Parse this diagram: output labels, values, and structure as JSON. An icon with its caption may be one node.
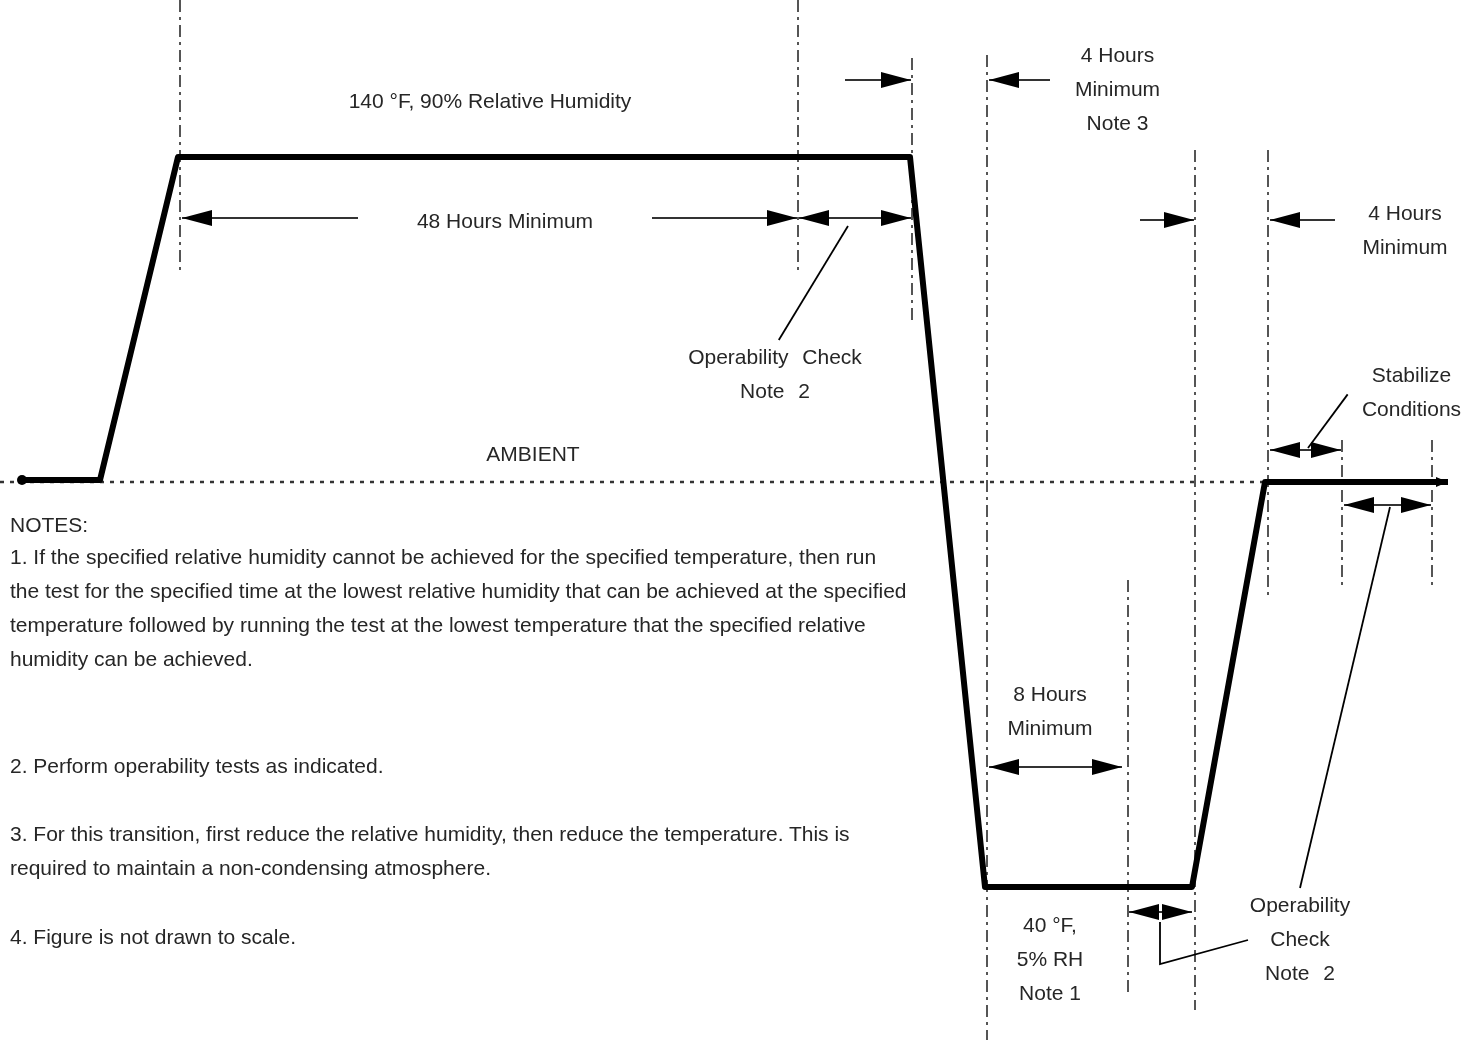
{
  "diagram": {
    "nodes": [
      {
        "text": [
          "Operability Check Note 2"
        ]
      },
      {
        "text": [
          "Operability Check Note 2"
        ]
      },
      {
        "text": [
          "Stabilize Conditions"
        ]
      }
    ],
    "edges": [
      {
        "from": 0,
        "to": null,
        "arrow": "none"
      },
      {
        "from": 1,
        "to": null,
        "arrow": "none"
      },
      {
        "from": 1,
        "to": null,
        "arrow": "none"
      },
      {
        "from": 2,
        "to": null,
        "arrow": "none"
      }
    ],
    "labels": [
      "140 °F,  90% Relative Humidity",
      "4 Hours Minimum Note 3",
      "48 Hours Minimum",
      "4 Hours Minimum",
      "AMBIENT",
      "NOTES:",
      "1. If the specified relative humidity cannot be achieved for the specified temperature, then run the test for the specified time at the lowest relative humidity that can  be achieved at the specified temperature followed by running the test at the lowest temperature that the specified relative humidity can be achieved.",
      "2. Perform operability tests as indicated.",
      "3. For this transition, first reduce the relative humidity, then reduce the temperature. This is required to maintain a non-condensing atmosphere.",
      "4. Figure is not drawn to scale.",
      "8 Hours Minimum",
      "40 °F, 5% RH Note 1"
    ]
  }
}
